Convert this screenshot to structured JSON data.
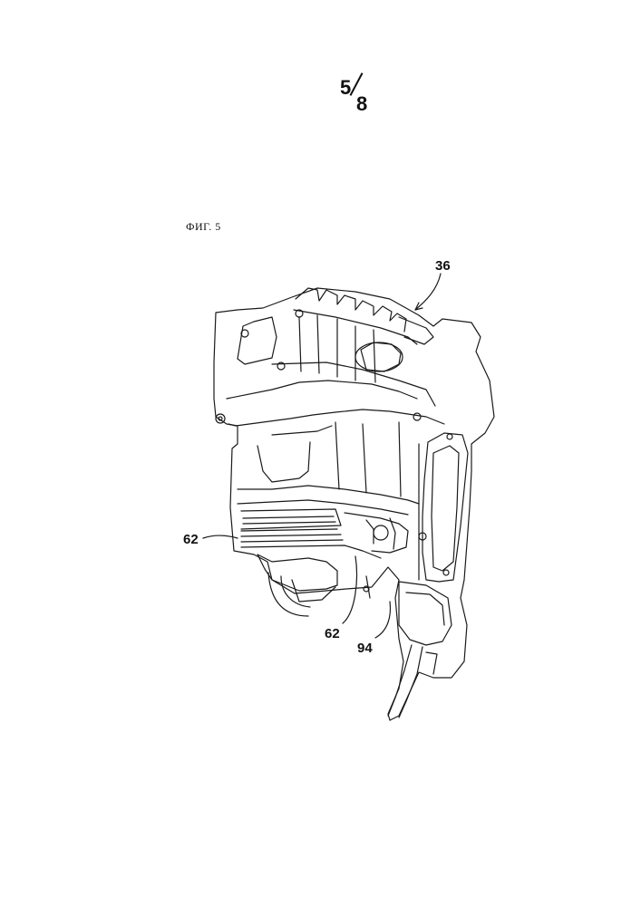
{
  "sheet": {
    "numerator": "5",
    "denominator": "8"
  },
  "figure": {
    "caption": "ФИГ. 5"
  },
  "reference_numerals": [
    {
      "id": "36",
      "label": "36"
    },
    {
      "id": "62a",
      "label": "62"
    },
    {
      "id": "62b",
      "label": "62"
    },
    {
      "id": "94",
      "label": "94"
    }
  ]
}
